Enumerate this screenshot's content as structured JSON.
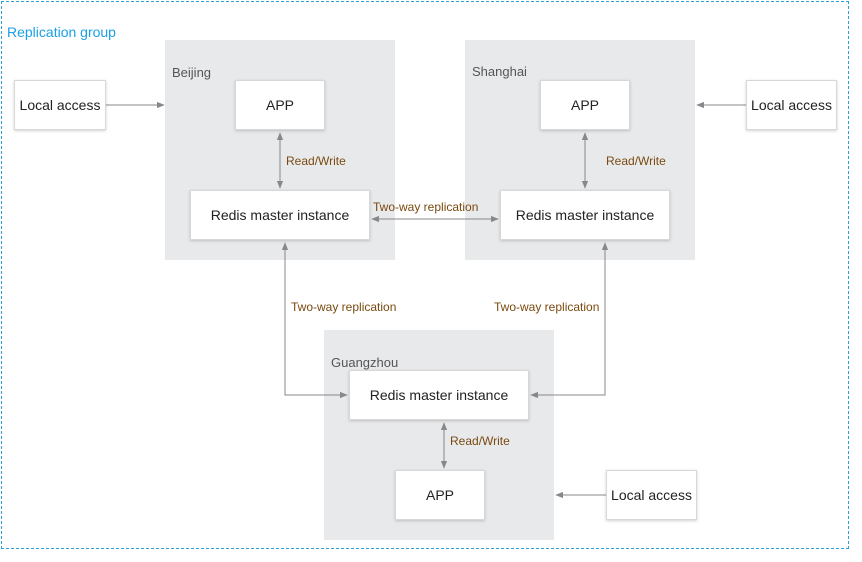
{
  "group": {
    "title": "Replication group",
    "border_color": "#2ea0d8",
    "title_color": "#1aa0e6"
  },
  "regions": {
    "beijing": {
      "label": "Beijing",
      "app": "APP",
      "redis": "Redis master instance",
      "local_access": "Local access",
      "rw_label": "Read/Write"
    },
    "shanghai": {
      "label": "Shanghai",
      "app": "APP",
      "redis": "Redis master instance",
      "local_access": "Local access",
      "rw_label": "Read/Write"
    },
    "guangzhou": {
      "label": "Guangzhou",
      "app": "APP",
      "redis": "Redis master instance",
      "local_access": "Local access",
      "rw_label": "Read/Write"
    }
  },
  "replication": {
    "beijing_shanghai": "Two-way replication",
    "beijing_guangzhou": "Two-way replication",
    "shanghai_guangzhou": "Two-way replication"
  },
  "colors": {
    "region_bg": "#e8e9eb",
    "edge": "#888888",
    "edge_label": "#7a4a10"
  }
}
